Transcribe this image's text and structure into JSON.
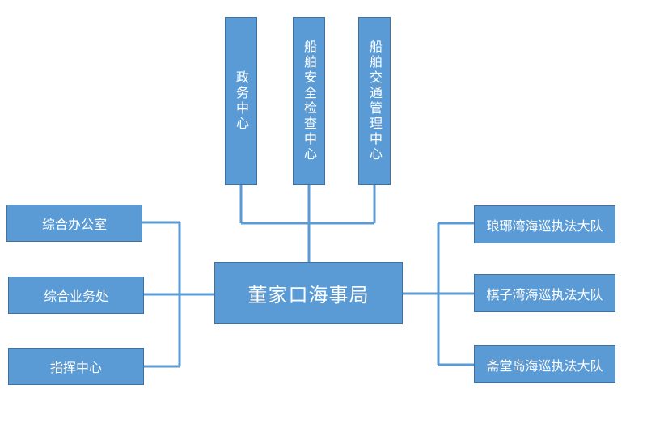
{
  "colors": {
    "box_fill": "#5b9bd5",
    "box_border": "#41719c",
    "connector": "#5b9bd5",
    "text": "#ffffff"
  },
  "center": {
    "label": "董家口海事局"
  },
  "top": [
    {
      "label": "政务中心"
    },
    {
      "label": "船舶安全检查中心"
    },
    {
      "label": "船舶交通管理中心"
    }
  ],
  "left": [
    {
      "label": "综合办公室"
    },
    {
      "label": "综合业务处"
    },
    {
      "label": "指挥中心"
    }
  ],
  "right": [
    {
      "label": "琅琊湾海巡执法大队"
    },
    {
      "label": "棋子湾海巡执法大队"
    },
    {
      "label": "斋堂岛海巡执法大队"
    }
  ]
}
